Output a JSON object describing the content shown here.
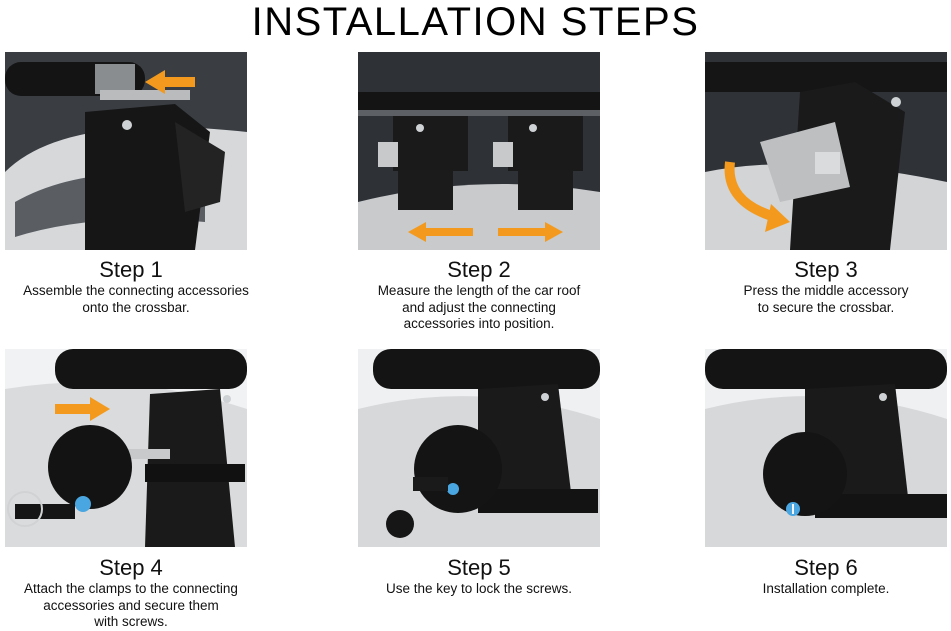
{
  "page": {
    "title": "INSTALLATION STEPS"
  },
  "colors": {
    "arrow": "#f39a1e",
    "bar": "#111111",
    "metal": "#c7c9cb",
    "car": "#d7d9db"
  },
  "steps": [
    {
      "title": "Step 1",
      "description": "Assemble the connecting accessories\nonto the crossbar."
    },
    {
      "title": "Step 2",
      "description": "Measure the length of the car roof\nand adjust the connecting\naccessories into position."
    },
    {
      "title": "Step 3",
      "description": "Press the middle accessory\nto secure the crossbar."
    },
    {
      "title": "Step 4",
      "description": "Attach the clamps to the connecting\naccessories and secure them\nwith screws."
    },
    {
      "title": "Step 5",
      "description": "Use the key to lock the screws."
    },
    {
      "title": "Step 6",
      "description": "Installation complete."
    }
  ]
}
